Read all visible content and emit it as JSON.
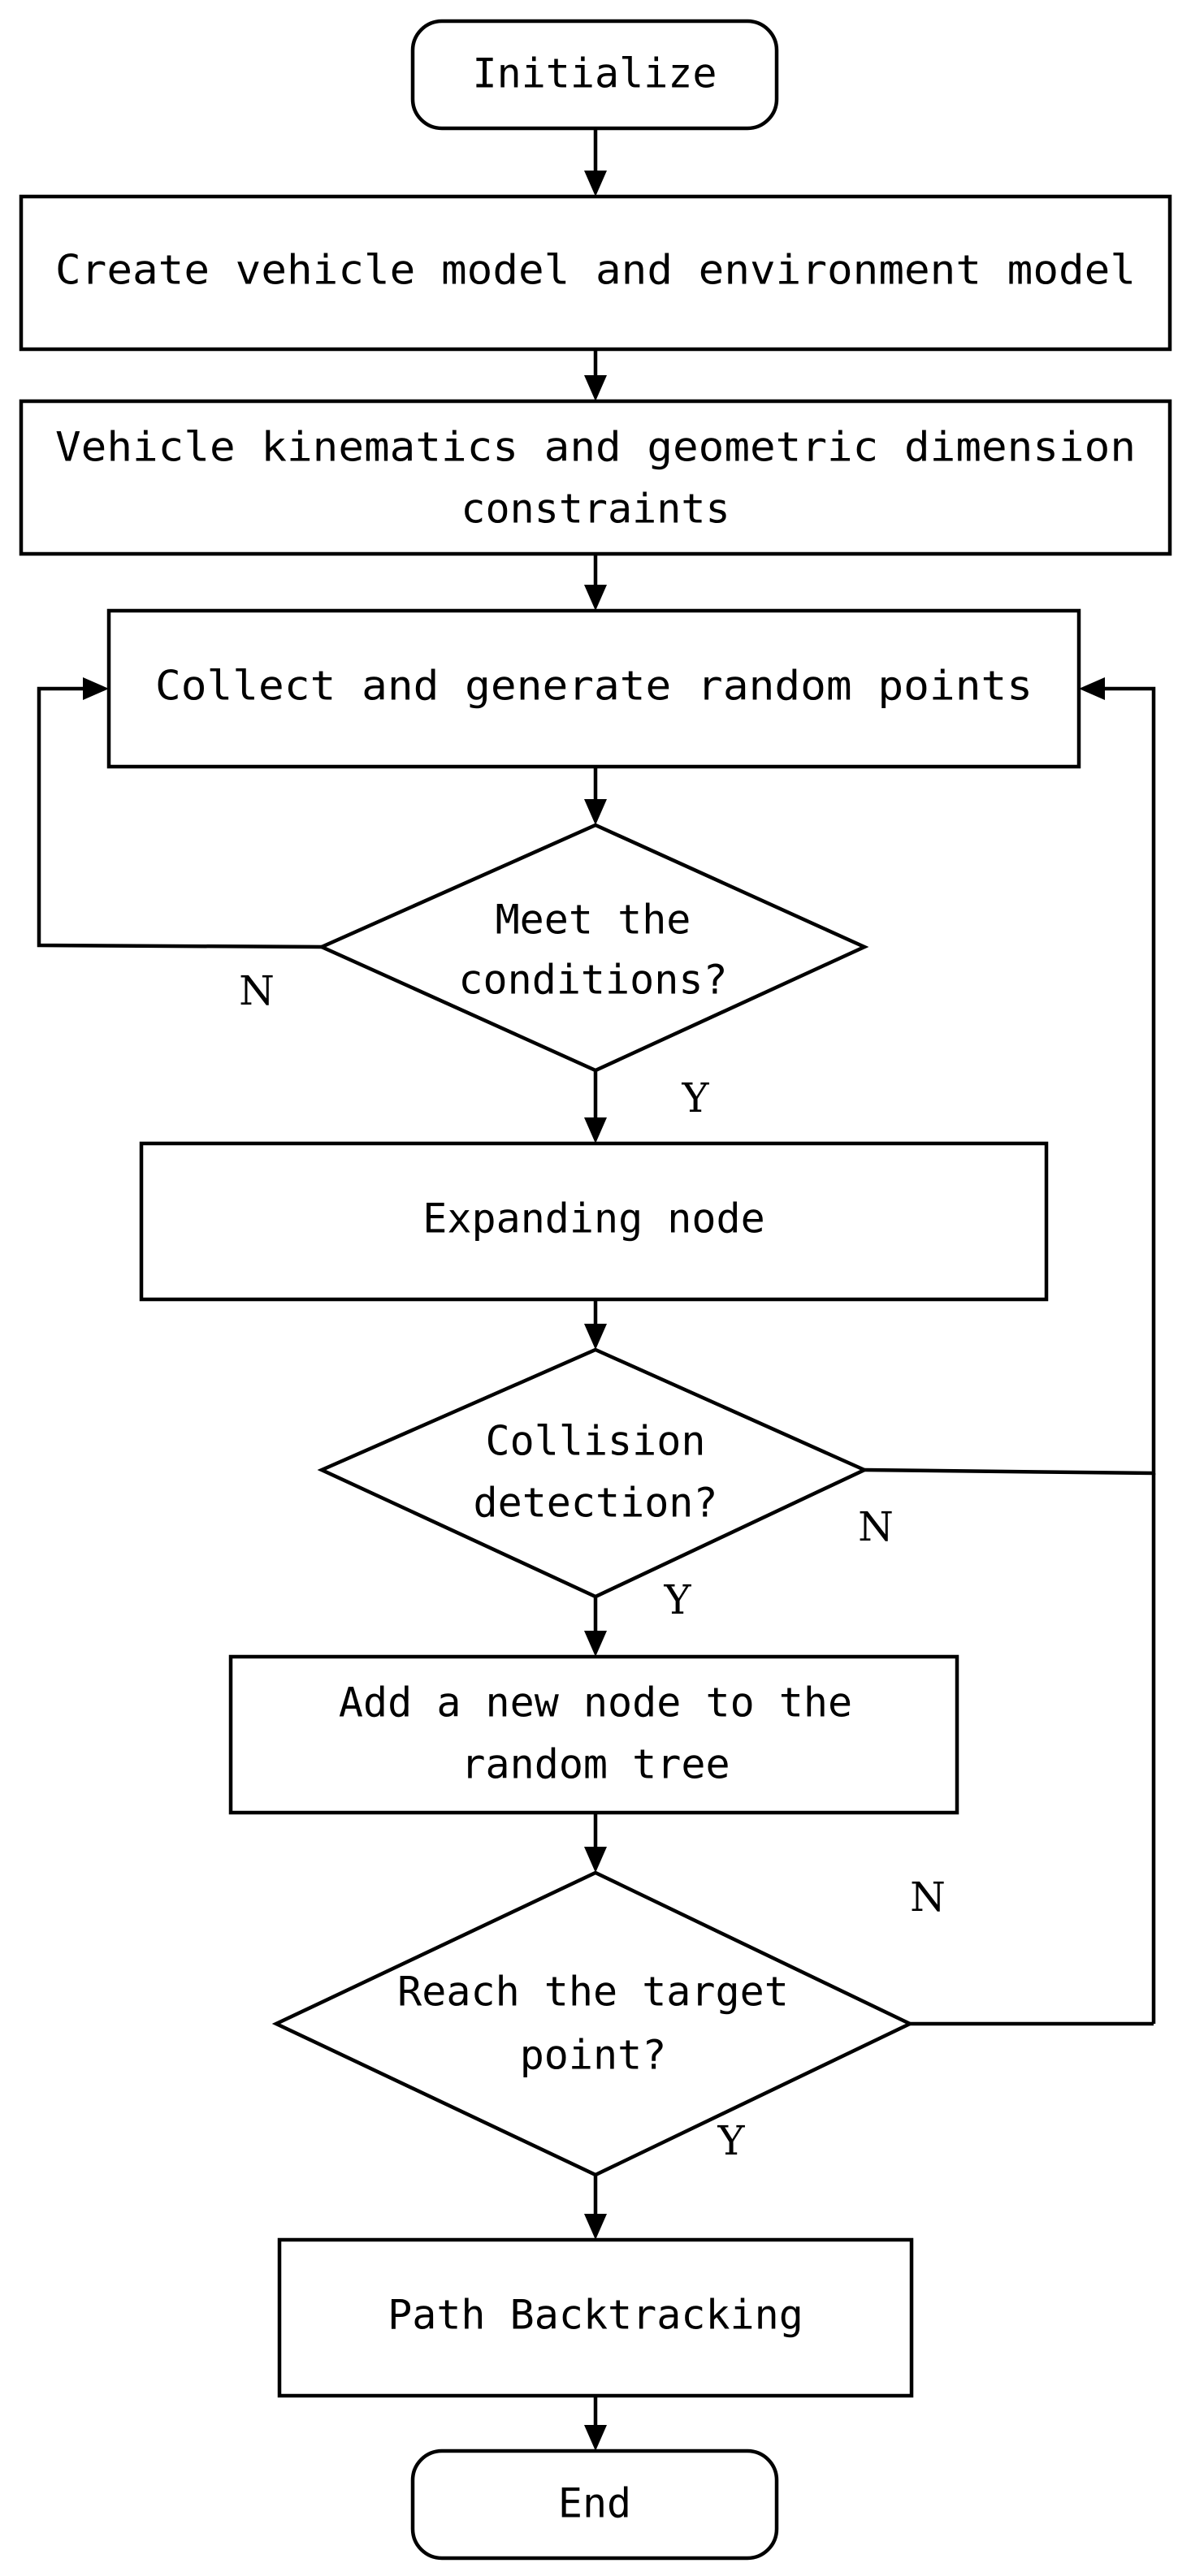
{
  "nodes": {
    "initialize": "Initialize",
    "create_models": "Create vehicle model and environment model",
    "constraints_line1": "Vehicle kinematics and geometric dimension",
    "constraints_line2": "constraints",
    "collect_points": "Collect and generate random points",
    "meet_conditions_line1": "Meet the",
    "meet_conditions_line2": "conditions?",
    "expanding_node": "Expanding node",
    "collision_line1": "Collision",
    "collision_line2": "detection?",
    "add_node_line1": "Add a new node to the",
    "add_node_line2": "random tree",
    "reach_target_line1": "Reach the target",
    "reach_target_line2": "point?",
    "path_backtracking": "Path Backtracking",
    "end": "End"
  },
  "edge_labels": {
    "meet_no": "N",
    "meet_yes": "Y",
    "collision_no": "N",
    "collision_yes": "Y",
    "reach_no": "N",
    "reach_yes": "Y"
  }
}
